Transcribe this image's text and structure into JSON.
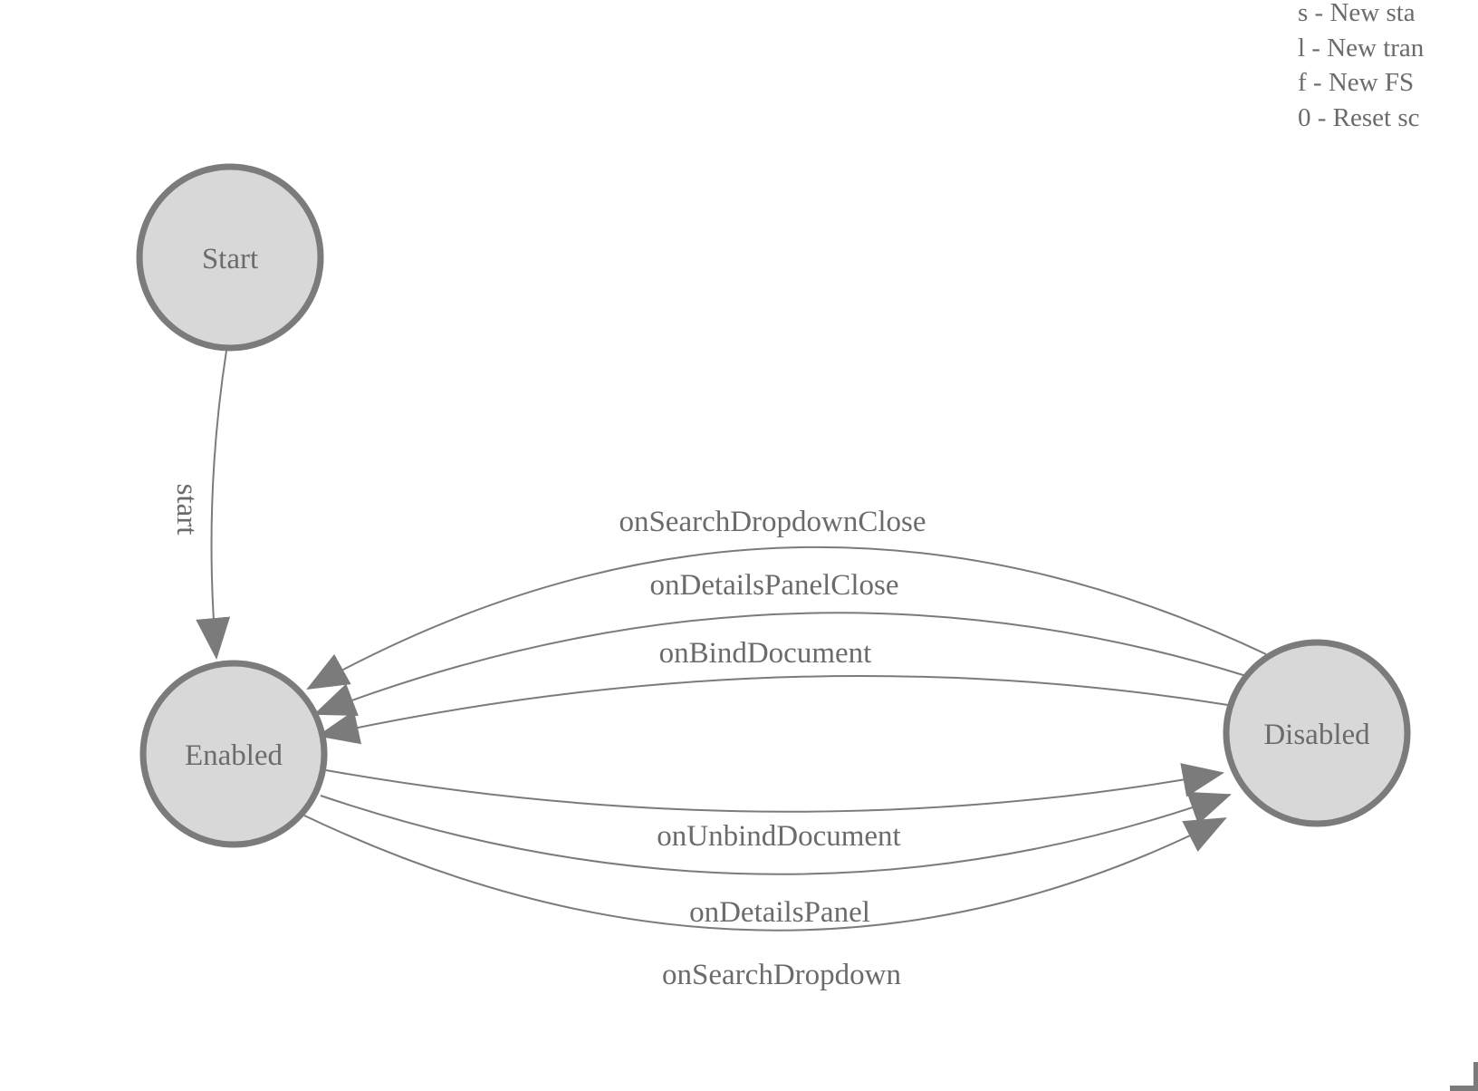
{
  "legend": {
    "lines": [
      "s - New sta",
      "l - New tran",
      "f - New FS",
      "0 - Reset sc"
    ]
  },
  "fsm": {
    "nodes": [
      {
        "label": "Start"
      },
      {
        "label": "Enabled"
      },
      {
        "label": "Disabled"
      }
    ],
    "edges": [
      {
        "label": "start",
        "from": "Start",
        "to": "Enabled"
      },
      {
        "label": "onSearchDropdownClose",
        "from": "Disabled",
        "to": "Enabled"
      },
      {
        "label": "onDetailsPanelClose",
        "from": "Disabled",
        "to": "Enabled"
      },
      {
        "label": "onBindDocument",
        "from": "Disabled",
        "to": "Enabled"
      },
      {
        "label": "onUnbindDocument",
        "from": "Enabled",
        "to": "Disabled"
      },
      {
        "label": "onDetailsPanel",
        "from": "Enabled",
        "to": "Disabled"
      },
      {
        "label": "onSearchDropdown",
        "from": "Enabled",
        "to": "Disabled"
      }
    ]
  },
  "colors": {
    "state_fill": "#d8d8d8",
    "state_stroke": "#7b7b7b",
    "edge_stroke": "#7b7b7b",
    "label_text": "#6b6b6b",
    "background": "#ffffff"
  }
}
